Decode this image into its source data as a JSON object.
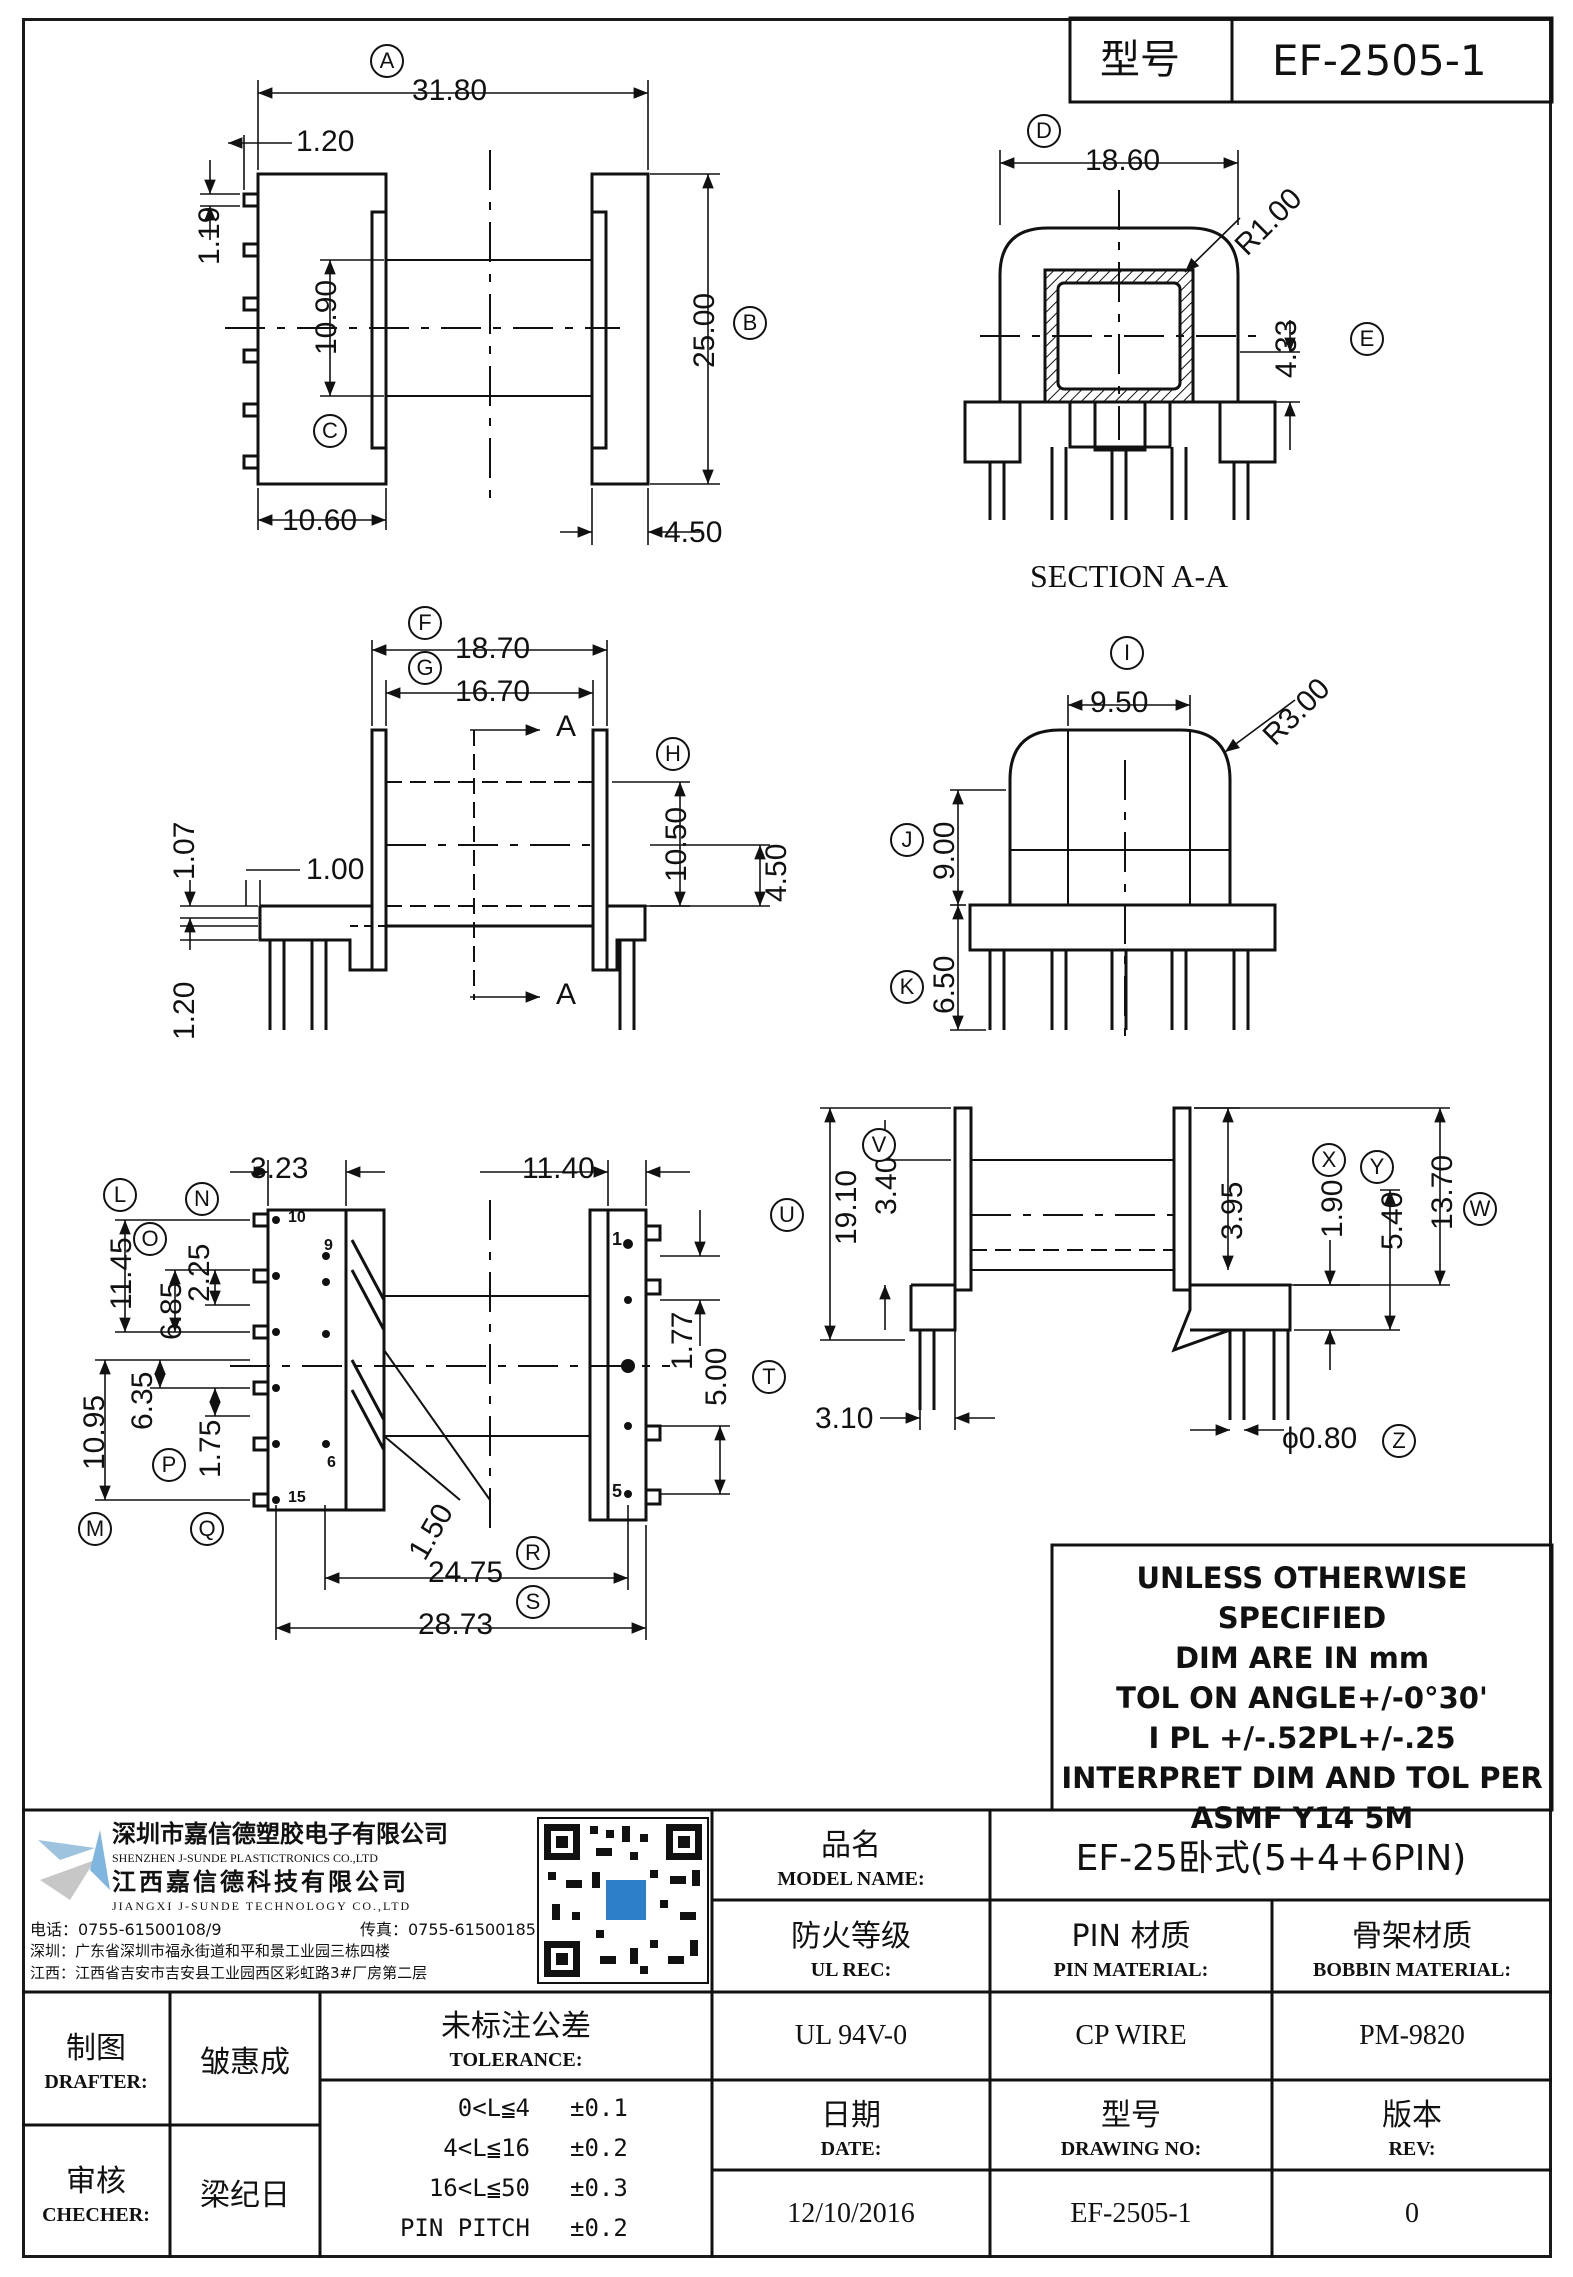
{
  "header": {
    "label": "型号",
    "code": "EF-2505-1"
  },
  "section_label": "SECTION A-A",
  "section_marks": [
    "A",
    "A"
  ],
  "dimensions": {
    "d_31_80": "31.80",
    "d_1_20a": "1.20",
    "d_1_19": "1.19",
    "d_10_90": "10.90",
    "d_25_00": "25.00",
    "d_10_60": "10.60",
    "d_4_50a": "4.50",
    "d_18_60": "18.60",
    "d_r1_00": "R1.00",
    "d_4_33": "4.33",
    "d_18_70": "18.70",
    "d_16_70": "16.70",
    "d_1_07": "1.07",
    "d_1_00": "1.00",
    "d_10_50": "10.50",
    "d_4_50b": "4.50",
    "d_1_20b": "1.20",
    "d_9_50": "9.50",
    "d_r3_00": "R3.00",
    "d_9_00": "9.00",
    "d_6_50": "6.50",
    "d_3_23": "3.23",
    "d_11_40": "11.40",
    "d_11_45": "11.45",
    "d_6_85": "6.85",
    "d_2_25": "2.25",
    "d_10_95": "10.95",
    "d_6_35": "6.35",
    "d_1_75": "1.75",
    "d_1_77": "1.77",
    "d_5_00": "5.00",
    "d_1_50": "1.50",
    "d_24_75": "24.75",
    "d_28_73": "28.73",
    "d_19_10": "19.10",
    "d_3_40": "3.40",
    "d_3_95": "3.95",
    "d_1_90": "1.90",
    "d_5_40": "5.40",
    "d_13_70": "13.70",
    "d_3_10": "3.10",
    "d_phi_0_80": "ϕ0.80"
  },
  "pin_numbers": {
    "p10": "10",
    "p9": "9",
    "p6": "6",
    "p15": "15",
    "p1": "1",
    "p5": "5"
  },
  "callouts": [
    "A",
    "B",
    "C",
    "D",
    "E",
    "F",
    "G",
    "H",
    "I",
    "J",
    "K",
    "L",
    "N",
    "O",
    "P",
    "M",
    "Q",
    "R",
    "S",
    "T",
    "U",
    "V",
    "X",
    "Y",
    "W",
    "Z"
  ],
  "notes": [
    "UNLESS OTHERWISE SPECIFIED",
    "DIM ARE IN mm",
    "TOL ON ANGLE+/-0°30'",
    "I PL +/-.52PL+/-.25",
    "INTERPRET DIM AND TOL PER",
    "ASMF Y14 5M"
  ],
  "company": {
    "name_cn_1": "深圳市嘉信德塑胶电子有限公司",
    "name_en_1": "SHENZHEN J-SUNDE PLASTICTRONICS CO.,LTD",
    "name_cn_2": "江西嘉信德科技有限公司",
    "name_en_2": "JIANGXI J-SUNDE TECHNOLOGY CO.,LTD",
    "phone": "电话：0755-61500108/9",
    "fax": "传真：0755-61500185",
    "addr_sz": "深圳：广东省深圳市福永街道和平和景工业园三栋四楼",
    "addr_jx": "江西：江西省吉安市吉安县工业园西区彩虹路3#厂房第二层"
  },
  "title_block": {
    "model_name_cn": "品名",
    "model_name_en": "MODEL NAME:",
    "model_name_value": "EF-25卧式(5+4+6PIN)",
    "ul_cn": "防火等级",
    "ul_en": "UL REC:",
    "ul_value": "UL 94V-0",
    "pin_cn": "PIN 材质",
    "pin_en": "PIN MATERIAL:",
    "pin_value": "CP WIRE",
    "bobbin_cn": "骨架材质",
    "bobbin_en": "BOBBIN MATERIAL:",
    "bobbin_value": "PM-9820",
    "drafter_cn": "制图",
    "drafter_en": "DRAFTER:",
    "drafter_value": "皱惠成",
    "checker_cn": "审核",
    "checker_en": "CHECHER:",
    "checker_value": "梁纪日",
    "tol_cn": "未标注公差",
    "tol_en": "TOLERANCE:",
    "tol_rows": [
      {
        "range": "0<L≦4",
        "value": "±0.1"
      },
      {
        "range": "4<L≦16",
        "value": "±0.2"
      },
      {
        "range": "16<L≦50",
        "value": "±0.3"
      },
      {
        "range": "PIN PITCH",
        "value": "±0.2"
      }
    ],
    "date_cn": "日期",
    "date_en": "DATE:",
    "date_value": "12/10/2016",
    "drawing_cn": "型号",
    "drawing_en": "DRAWING NO:",
    "drawing_value": "EF-2505-1",
    "rev_cn": "版本",
    "rev_en": "REV:",
    "rev_value": "0"
  }
}
